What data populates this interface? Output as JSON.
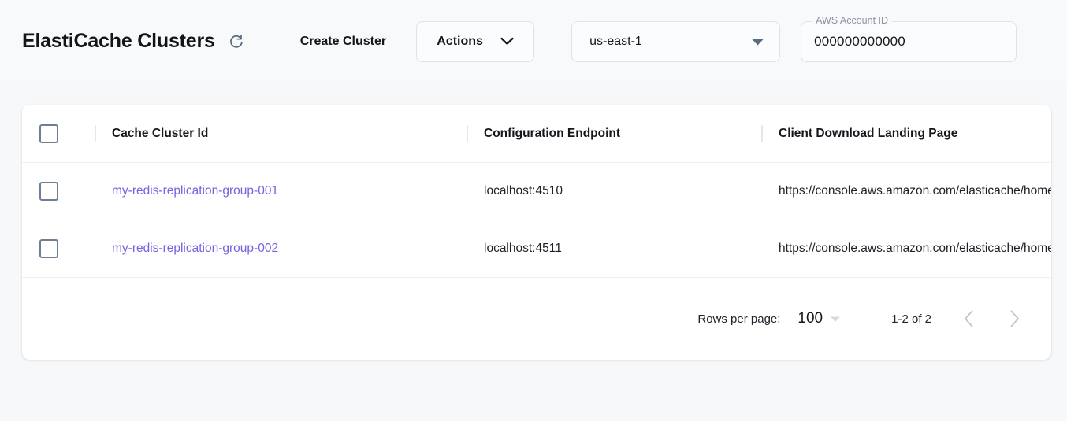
{
  "header": {
    "title": "ElastiCache Clusters",
    "refresh_icon": "refresh-icon",
    "create_cluster_label": "Create Cluster",
    "actions_label": "Actions",
    "actions_caret_icon": "chevron-down-icon",
    "region": {
      "value": "us-east-1",
      "caret_icon": "dropdown-arrow-icon"
    },
    "account": {
      "label": "AWS Account ID",
      "value": "000000000000"
    }
  },
  "table": {
    "columns": [
      {
        "key": "cache_cluster_id",
        "label": "Cache Cluster Id"
      },
      {
        "key": "configuration_endpoint",
        "label": "Configuration Endpoint"
      },
      {
        "key": "client_download_landing_page",
        "label": "Client Download Landing Page"
      }
    ],
    "rows": [
      {
        "cache_cluster_id": "my-redis-replication-group-001",
        "configuration_endpoint": "localhost:4510",
        "client_download_landing_page": "https://console.aws.amazon.com/elasticache/home"
      },
      {
        "cache_cluster_id": "my-redis-replication-group-002",
        "configuration_endpoint": "localhost:4511",
        "client_download_landing_page": "https://console.aws.amazon.com/elasticache/home"
      }
    ]
  },
  "pagination": {
    "rows_per_page_label": "Rows per page:",
    "rows_per_page_value": "100",
    "rows_per_page_caret_icon": "caret-down-icon",
    "range_label": "1-2 of 2",
    "prev_icon": "chevron-left-icon",
    "next_icon": "chevron-right-icon"
  },
  "colors": {
    "link": "#7264e0",
    "page_bg": "#f7f8fa",
    "card_bg": "#ffffff",
    "checkbox_border": "#6f7f93"
  }
}
